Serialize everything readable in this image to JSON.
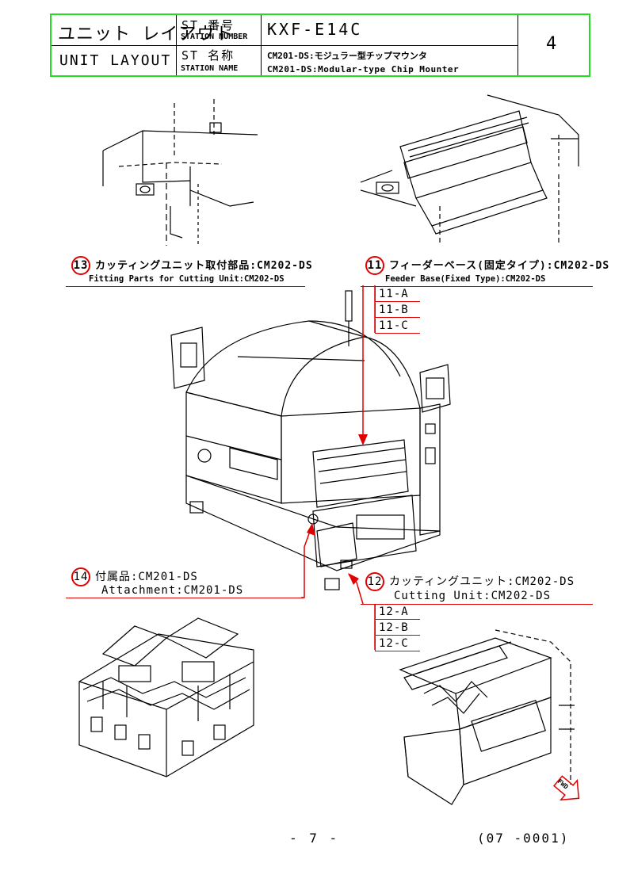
{
  "header": {
    "unit_layout_jp": "ユニット レイアウト",
    "unit_layout_en": "UNIT LAYOUT",
    "st_number_jp": "ST 番号",
    "st_number_en": "STATION NUMBER",
    "st_name_jp": "ST 名称",
    "st_name_en": "STATION NAME",
    "station_number": "KXF-E14C",
    "station_name_jp": "CM201-DS:モジュラー型チップマウンタ",
    "station_name_en": "CM201-DS:Modular-type Chip Mounter",
    "page_no": "4"
  },
  "callouts": {
    "c13": {
      "num": "13",
      "jp": "カッティングユニット取付部品:CM202-DS",
      "en": "Fitting Parts for Cutting Unit:CM202-DS"
    },
    "c11": {
      "num": "11",
      "jp": "フィーダーベース(固定タイプ):CM202-DS",
      "en": "Feeder Base(Fixed Type):CM202-DS",
      "subs": [
        "11-A",
        "11-B",
        "11-C"
      ]
    },
    "c14": {
      "num": "14",
      "jp": "付属品:CM201-DS",
      "en": "Attachment:CM201-DS"
    },
    "c12": {
      "num": "12",
      "jp": "カッティングユニット:CM202-DS",
      "en": "Cutting Unit:CM202-DS",
      "subs": [
        "12-A",
        "12-B",
        "12-C"
      ]
    }
  },
  "fwd_mark": "FWD",
  "footer": {
    "page": "- 7 -",
    "code": "(07 -0001)"
  },
  "colors": {
    "frame": "#22dd22",
    "callout": "#e00000",
    "ink": "#000000"
  }
}
